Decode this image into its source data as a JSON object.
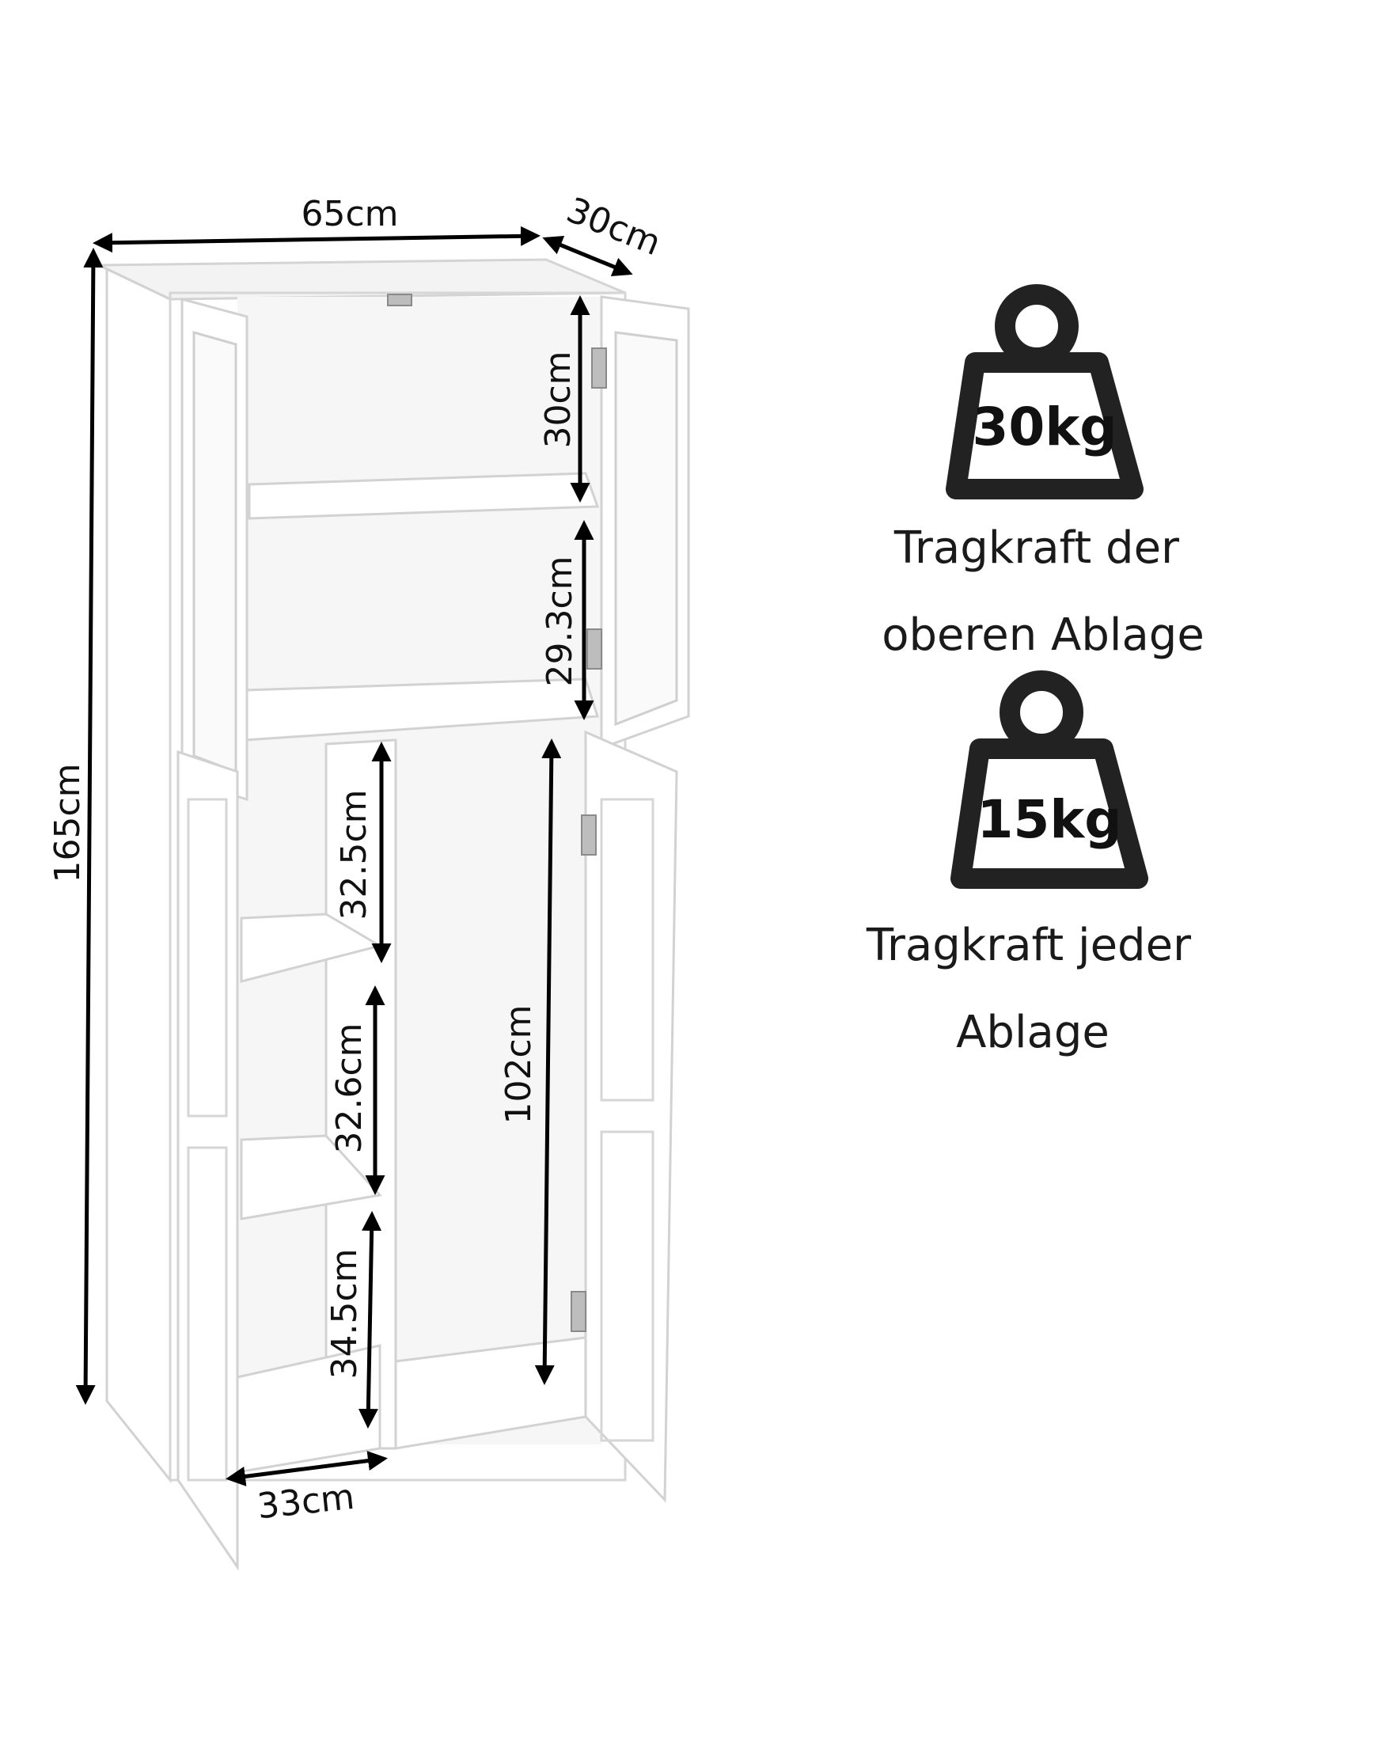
{
  "dimensions": {
    "width": "65cm",
    "depth": "30cm",
    "height": "165cm",
    "top_shelf_upper": "30cm",
    "top_shelf_lower": "29.3cm",
    "left_compartment_1": "32.5cm",
    "left_compartment_2": "32.6cm",
    "left_compartment_3": "34.5cm",
    "right_compartment": "102cm",
    "compartment_width": "33cm"
  },
  "load_capacity": {
    "upper": {
      "weight": "30kg",
      "caption_line1": "Tragkraft der",
      "caption_line2": "oberen Ablage"
    },
    "each": {
      "weight": "15kg",
      "caption_line1": "Tragkraft jeder",
      "caption_line2": "Ablage"
    }
  }
}
